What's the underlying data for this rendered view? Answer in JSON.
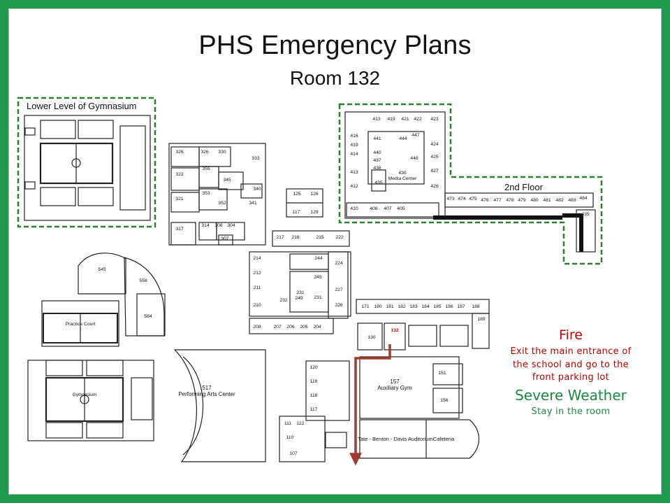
{
  "header": {
    "title": "PHS Emergency Plans",
    "room": "Room 132"
  },
  "map": {
    "gym_inset_title": "Lower Level of Gymnasium",
    "second_floor_title": "2nd Floor",
    "rooms": {
      "r413": "413",
      "r419a": "419",
      "r421": "421",
      "r422": "422",
      "r423": "423",
      "r416": "416",
      "r441": "441",
      "r447": "447",
      "r419b": "419",
      "r444": "444",
      "r424": "424",
      "r414": "414",
      "r440": "440",
      "r437": "437",
      "r448": "448",
      "r425": "425",
      "r438": "438",
      "r413b": "413",
      "r430": "430",
      "media": "Media Center",
      "r427": "427",
      "r412": "412",
      "r435": "435",
      "r426": "426",
      "r410": "410",
      "r408": "408",
      "r407": "407",
      "r405": "405",
      "r473": "473",
      "r474": "474",
      "r475": "475",
      "r476": "476",
      "r477": "477",
      "r478": "478",
      "r479": "479",
      "r480": "480",
      "r481": "481",
      "r482": "482",
      "r483": "483",
      "r484": "484",
      "r435b": "435",
      "r326": "326",
      "r326b": "326",
      "r330": "330",
      "r333": "333",
      "r322": "322",
      "r355": "355",
      "r345": "345",
      "r340": "340",
      "r321": "321",
      "r353": "353",
      "r352": "352",
      "r341": "341",
      "r125": "125",
      "r126": "126",
      "r117": "117",
      "r129": "129",
      "r317": "317",
      "r314": "314",
      "r308": "308",
      "r304": "304",
      "r307": "307",
      "r217": "217",
      "r216": "216",
      "r215": "215",
      "r222": "222",
      "r214": "214",
      "r244": "244",
      "r224": "224",
      "r212": "212",
      "r245": "245",
      "r211": "211",
      "r231": "231",
      "r249": "249",
      "r232": "232",
      "r231b": "231",
      "r227": "227",
      "r210": "210",
      "r226": "226",
      "r208": "208",
      "r207": "207",
      "r206": "206",
      "r205": "205",
      "r204": "204",
      "r545": "545",
      "r558": "558",
      "r584": "584",
      "practice": "Practice Court",
      "r171": "171",
      "r180": "180",
      "r181": "181",
      "r182": "182",
      "r183": "183",
      "r184": "184",
      "r185": "185",
      "r186": "186",
      "r187": "187",
      "r188": "188",
      "r189": "189",
      "r130": "130",
      "r132": "132",
      "r120": "120",
      "r119": "119",
      "r118": "118",
      "r117b": "117",
      "r111": "111",
      "r112": "112",
      "r110": "110",
      "r107": "107",
      "r157": "157",
      "aux": "Auxiliary Gym",
      "r151": "151",
      "r156": "156",
      "r517": "517",
      "pac": "Performing Arts Center",
      "gym": "Gymnasium",
      "auditorium": "Tate - Benton - Davis Auditorium",
      "cafeteria": "Cafeteria"
    }
  },
  "instructions": {
    "fire_heading": "Fire",
    "fire_text": "Exit the main entrance of the school and go to the front parking lot",
    "severe_heading": "Severe Weather",
    "severe_text": "Stay in the room"
  },
  "colors": {
    "frame": "#1e9a4a",
    "fire": "#c00000",
    "severe": "#1a8a3e",
    "route": "#9e3b2c",
    "inset_border": "#2f7d32"
  }
}
